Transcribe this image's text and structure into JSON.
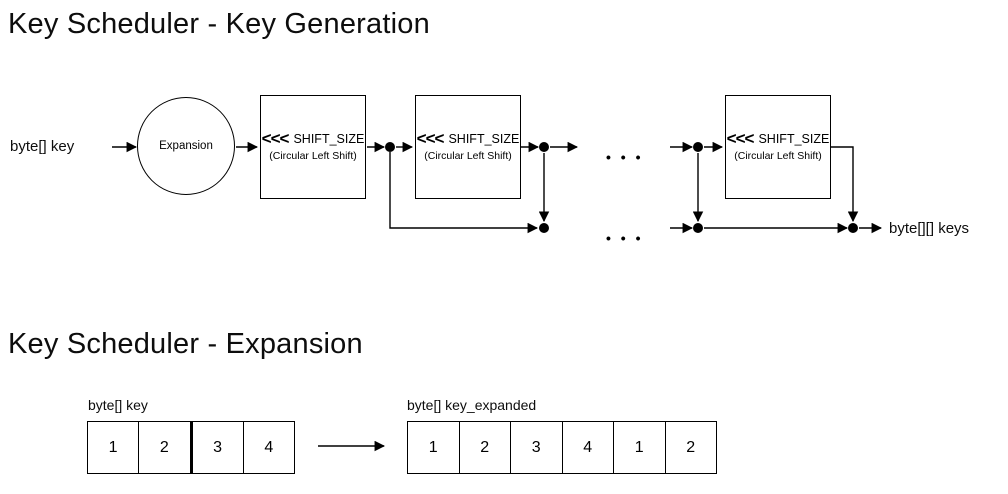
{
  "generation": {
    "title": "Key Scheduler - Key Generation",
    "input_label": "byte[] key",
    "output_label": "byte[][] keys",
    "expansion_label": "Expansion",
    "shift_boxes": [
      {
        "chevrons": "<<<",
        "label": "SHIFT_SIZE",
        "sublabel": "(Circular Left Shift)"
      },
      {
        "chevrons": "<<<",
        "label": "SHIFT_SIZE",
        "sublabel": "(Circular Left Shift)"
      },
      {
        "chevrons": "<<<",
        "label": "SHIFT_SIZE",
        "sublabel": "(Circular Left Shift)"
      }
    ],
    "continuation_top": "• • •",
    "continuation_bottom": "• • •"
  },
  "expansion": {
    "title": "Key Scheduler - Expansion",
    "input_array": {
      "label": "byte[] key",
      "cells": [
        "1",
        "2",
        "3",
        "4"
      ]
    },
    "output_array": {
      "label": "byte[] key_expanded",
      "cells": [
        "1",
        "2",
        "3",
        "4",
        "1",
        "2"
      ]
    }
  },
  "colors": {
    "stroke": "#000000",
    "background": "#ffffff",
    "text": "#0d0d0d"
  }
}
